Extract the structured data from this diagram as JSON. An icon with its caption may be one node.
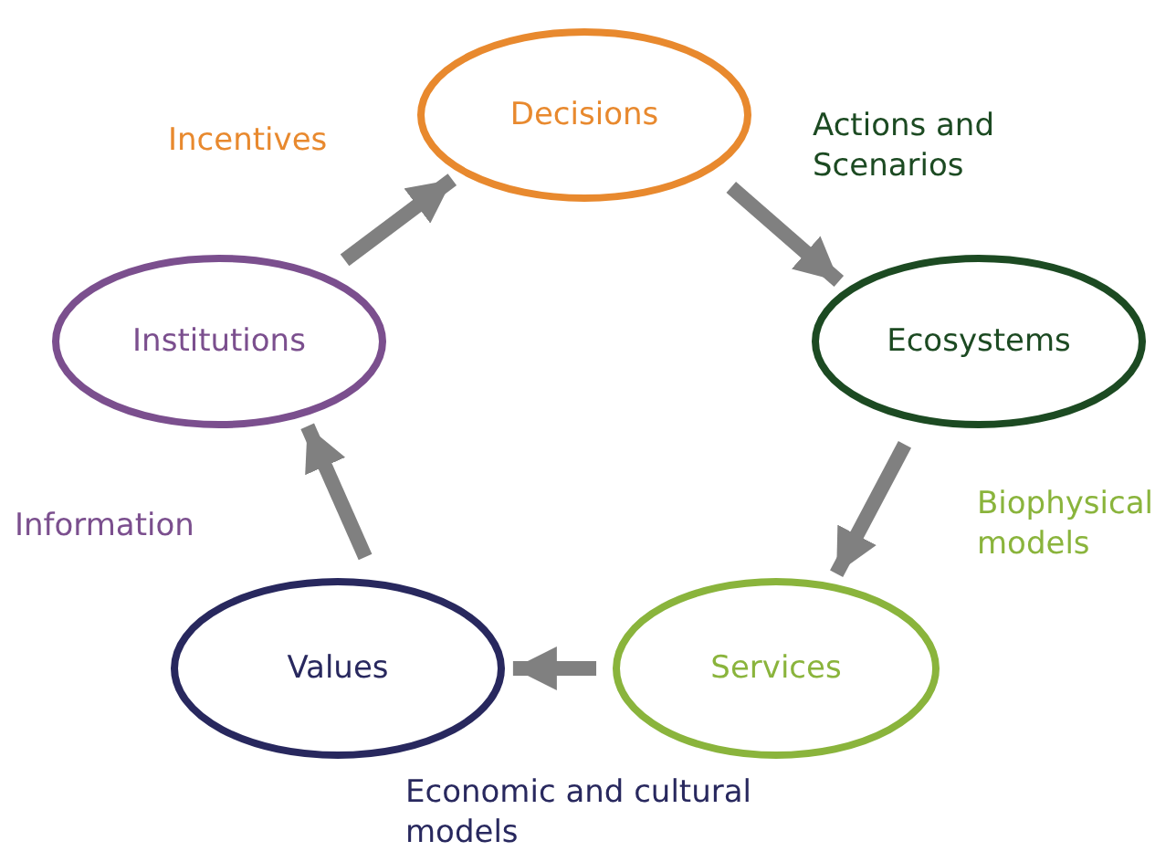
{
  "diagram": {
    "nodes": [
      {
        "text": [
          "Decisions"
        ]
      },
      {
        "text": [
          "Ecosystems"
        ]
      },
      {
        "text": [
          "Services"
        ]
      },
      {
        "text": [
          "Values"
        ]
      },
      {
        "text": [
          "Institutions"
        ]
      }
    ],
    "edges": [
      {
        "from": 4,
        "to": 0,
        "arrow": "to",
        "label": "Incentives"
      },
      {
        "from": 0,
        "to": 1,
        "arrow": "to",
        "label": "Actions and Scenarios"
      },
      {
        "from": 1,
        "to": 2,
        "arrow": "to",
        "label": "Biophysical models"
      },
      {
        "from": 2,
        "to": 3,
        "arrow": "to",
        "label": "Economic and cultural models"
      },
      {
        "from": 3,
        "to": 4,
        "arrow": "to",
        "label": "Information"
      }
    ]
  }
}
